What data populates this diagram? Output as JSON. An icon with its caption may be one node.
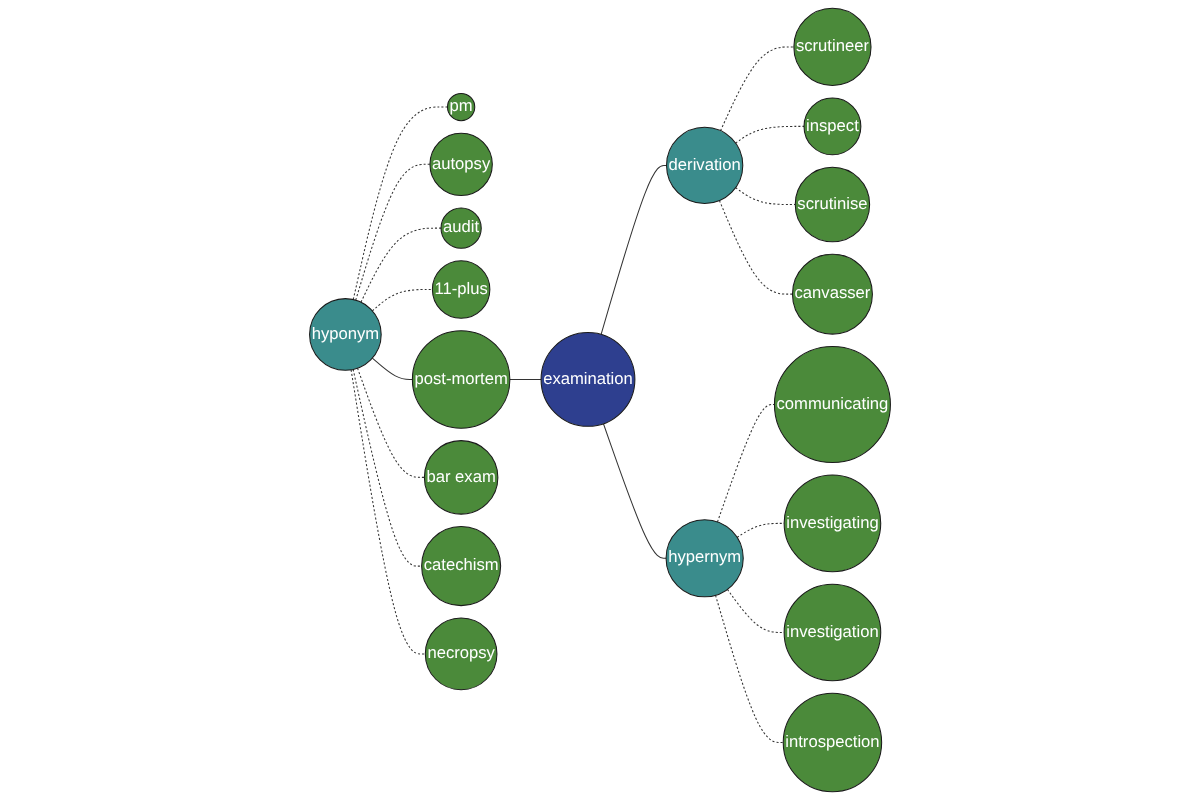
{
  "diagram": {
    "nodes": [
      {
        "text": [
          "examination"
        ]
      },
      {
        "text": [
          "hyponym"
        ]
      },
      {
        "text": [
          "derivation"
        ]
      },
      {
        "text": [
          "hypernym"
        ]
      },
      {
        "text": [
          "pm"
        ]
      },
      {
        "text": [
          "autopsy"
        ]
      },
      {
        "text": [
          "audit"
        ]
      },
      {
        "text": [
          "11-plus"
        ]
      },
      {
        "text": [
          "post-mortem"
        ]
      },
      {
        "text": [
          "bar exam"
        ]
      },
      {
        "text": [
          "catechism"
        ]
      },
      {
        "text": [
          "necropsy"
        ]
      },
      {
        "text": [
          "scrutineer"
        ]
      },
      {
        "text": [
          "inspect"
        ]
      },
      {
        "text": [
          "scrutinise"
        ]
      },
      {
        "text": [
          "canvasser"
        ]
      },
      {
        "text": [
          "communicating"
        ]
      },
      {
        "text": [
          "investigating"
        ]
      },
      {
        "text": [
          "investigation"
        ]
      },
      {
        "text": [
          "introspection"
        ]
      }
    ],
    "edges": [
      {
        "from": 1,
        "to": 8,
        "arrow": "none"
      },
      {
        "from": 8,
        "to": 0,
        "arrow": "none"
      },
      {
        "from": 0,
        "to": 2,
        "arrow": "none"
      },
      {
        "from": 0,
        "to": 3,
        "arrow": "none"
      },
      {
        "from": 1,
        "to": 4,
        "arrow": "none",
        "style": "dashed"
      },
      {
        "from": 1,
        "to": 5,
        "arrow": "none",
        "style": "dashed"
      },
      {
        "from": 1,
        "to": 6,
        "arrow": "none",
        "style": "dashed"
      },
      {
        "from": 1,
        "to": 7,
        "arrow": "none",
        "style": "dashed"
      },
      {
        "from": 1,
        "to": 9,
        "arrow": "none",
        "style": "dashed"
      },
      {
        "from": 1,
        "to": 10,
        "arrow": "none",
        "style": "dashed"
      },
      {
        "from": 1,
        "to": 11,
        "arrow": "none",
        "style": "dashed"
      },
      {
        "from": 2,
        "to": 12,
        "arrow": "none",
        "style": "dashed"
      },
      {
        "from": 2,
        "to": 13,
        "arrow": "none",
        "style": "dashed"
      },
      {
        "from": 2,
        "to": 14,
        "arrow": "none",
        "style": "dashed"
      },
      {
        "from": 2,
        "to": 15,
        "arrow": "none",
        "style": "dashed"
      },
      {
        "from": 3,
        "to": 16,
        "arrow": "none",
        "style": "dashed"
      },
      {
        "from": 3,
        "to": 17,
        "arrow": "none",
        "style": "dashed"
      },
      {
        "from": 3,
        "to": 18,
        "arrow": "none",
        "style": "dashed"
      },
      {
        "from": 3,
        "to": 19,
        "arrow": "none",
        "style": "dashed"
      }
    ]
  }
}
